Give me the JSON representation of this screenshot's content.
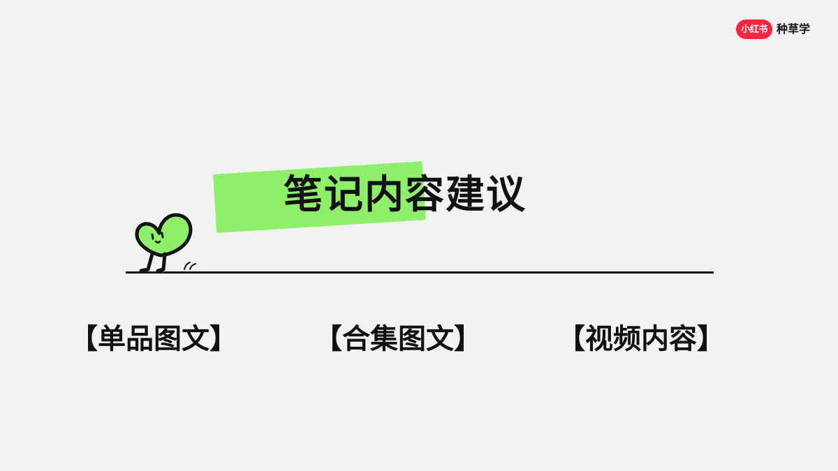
{
  "brand": {
    "badge": "小红书",
    "text": "种草学",
    "badge_color": "#ff2442"
  },
  "title": {
    "text": "笔记内容建议",
    "highlight_color": "#8ef068"
  },
  "mascot": {
    "icon": "heart-mascot-icon",
    "color": "#8ef068"
  },
  "categories": [
    "【单品图文】",
    "【合集图文】",
    "【视频内容】"
  ]
}
